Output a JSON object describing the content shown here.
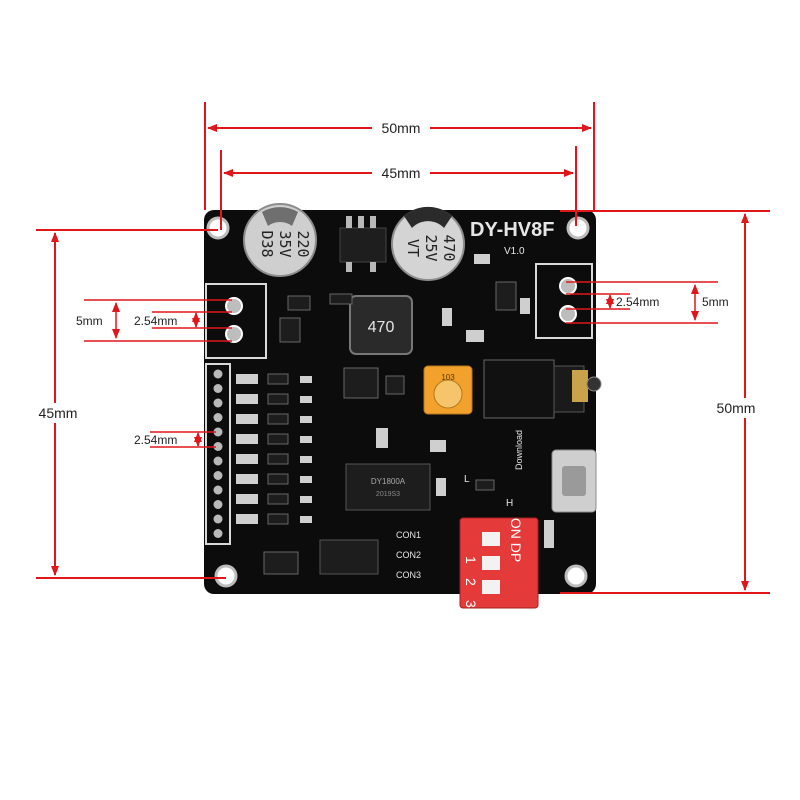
{
  "colors": {
    "dimension": "#e0161b",
    "pcb": "#0c0c0c",
    "silkscreen": "#e6e6e6",
    "dip_switch": "#e43a3a",
    "potentiometer": "#f2a22c",
    "solder": "#b9b9b9",
    "gold": "#c9a24a"
  },
  "dimensions": {
    "top_outer": "50mm",
    "top_inner": "45mm",
    "left_outer": "45mm",
    "right_outer": "50mm",
    "left_terminal_spacing": "5mm",
    "left_terminal_pitch": "2.54mm",
    "right_terminal_pitch": "2.54mm",
    "right_terminal_spacing": "5mm",
    "header_pitch": "2.54mm"
  },
  "board": {
    "model": "DY-HV8F",
    "version": "V1.0",
    "cap1": [
      "220",
      "35V",
      "D38"
    ],
    "cap2": [
      "470",
      "25V",
      "VT"
    ],
    "inductor": "470",
    "pot": "103",
    "chip": "DY1800A",
    "chip_sub": "2019S3",
    "con_labels": [
      "CON1",
      "CON2",
      "CON3"
    ],
    "download_label": "Download",
    "switch_title": "ON DP",
    "switch_numbers": [
      "1",
      "2",
      "3"
    ],
    "level_labels": [
      "L",
      "H"
    ]
  }
}
